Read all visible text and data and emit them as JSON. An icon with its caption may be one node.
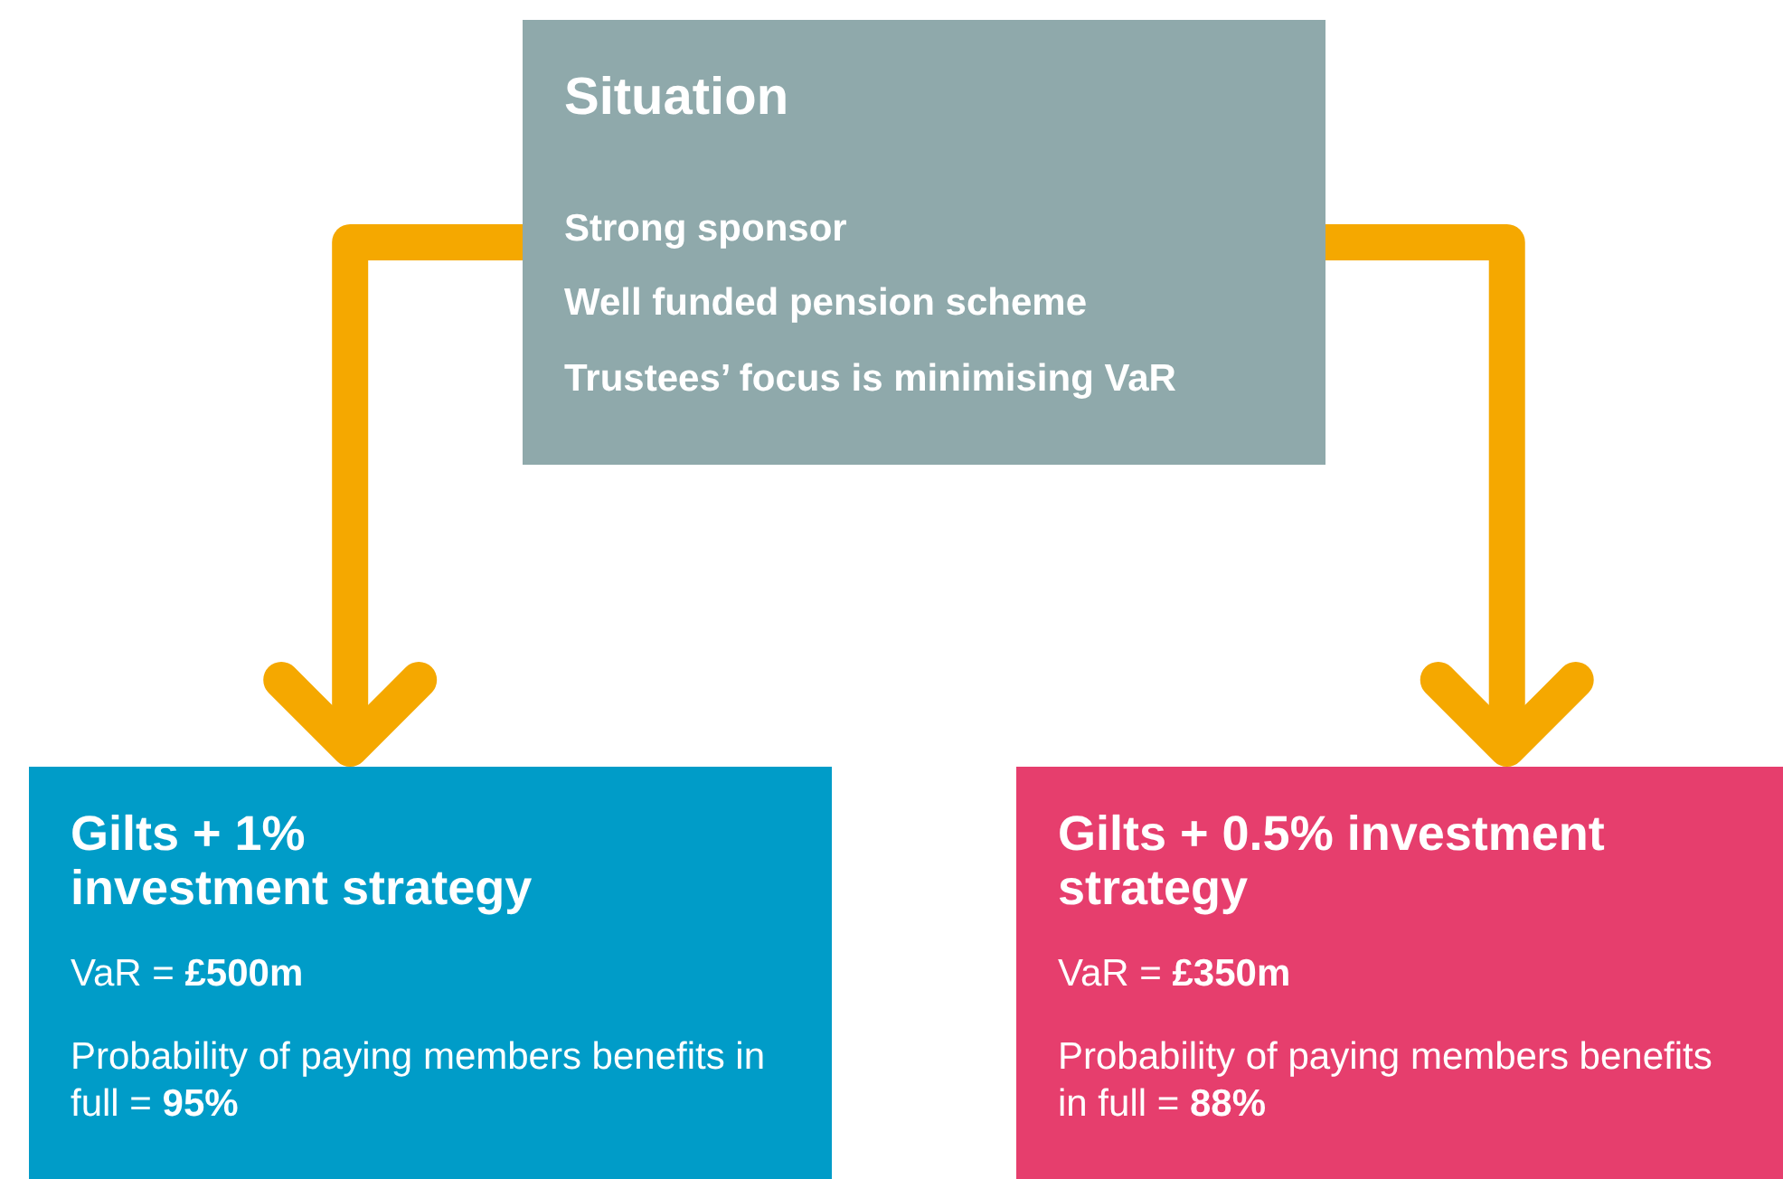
{
  "diagram": {
    "nodes": [
      {
        "text": [
          "Situation",
          "Strong sponsor",
          "Well funded pension scheme",
          "Trustees’ focus is minimising VaR"
        ]
      },
      {
        "text": [
          "Gilts + 1% investment strategy",
          "VaR = **£500m**",
          "Probability of paying members benefits in full = **95%**"
        ]
      },
      {
        "text": [
          "Gilts + 0.5% investment strategy",
          "VaR = **£350m**",
          "Probability of paying members benefits in full = **88%**"
        ]
      }
    ],
    "edges": [
      {
        "from": 0,
        "to": 1,
        "arrow": "to"
      },
      {
        "from": 0,
        "to": 2,
        "arrow": "to"
      }
    ]
  }
}
